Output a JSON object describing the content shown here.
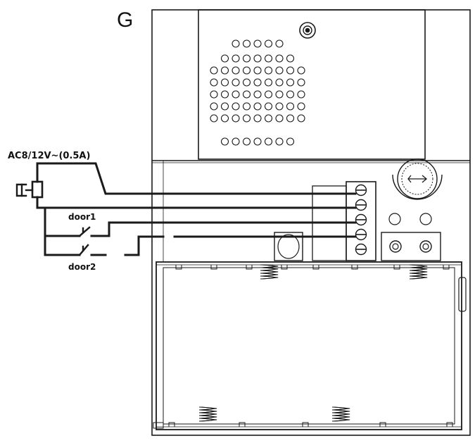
{
  "labels": {
    "figure_letter": "G",
    "power_supply": "AC8/12V~(0.5A)",
    "door1": "door1",
    "door2": "door2"
  },
  "colors": {
    "line": "#1a1a1a",
    "thin": "#444444",
    "background": "#ffffff"
  },
  "icons": {
    "power": "plug-icon",
    "switch": "switch-icon",
    "speaker": "speaker-grille-icon",
    "camera": "camera-lens-icon",
    "terminal": "terminal-block-icon",
    "spring": "spring-icon"
  }
}
